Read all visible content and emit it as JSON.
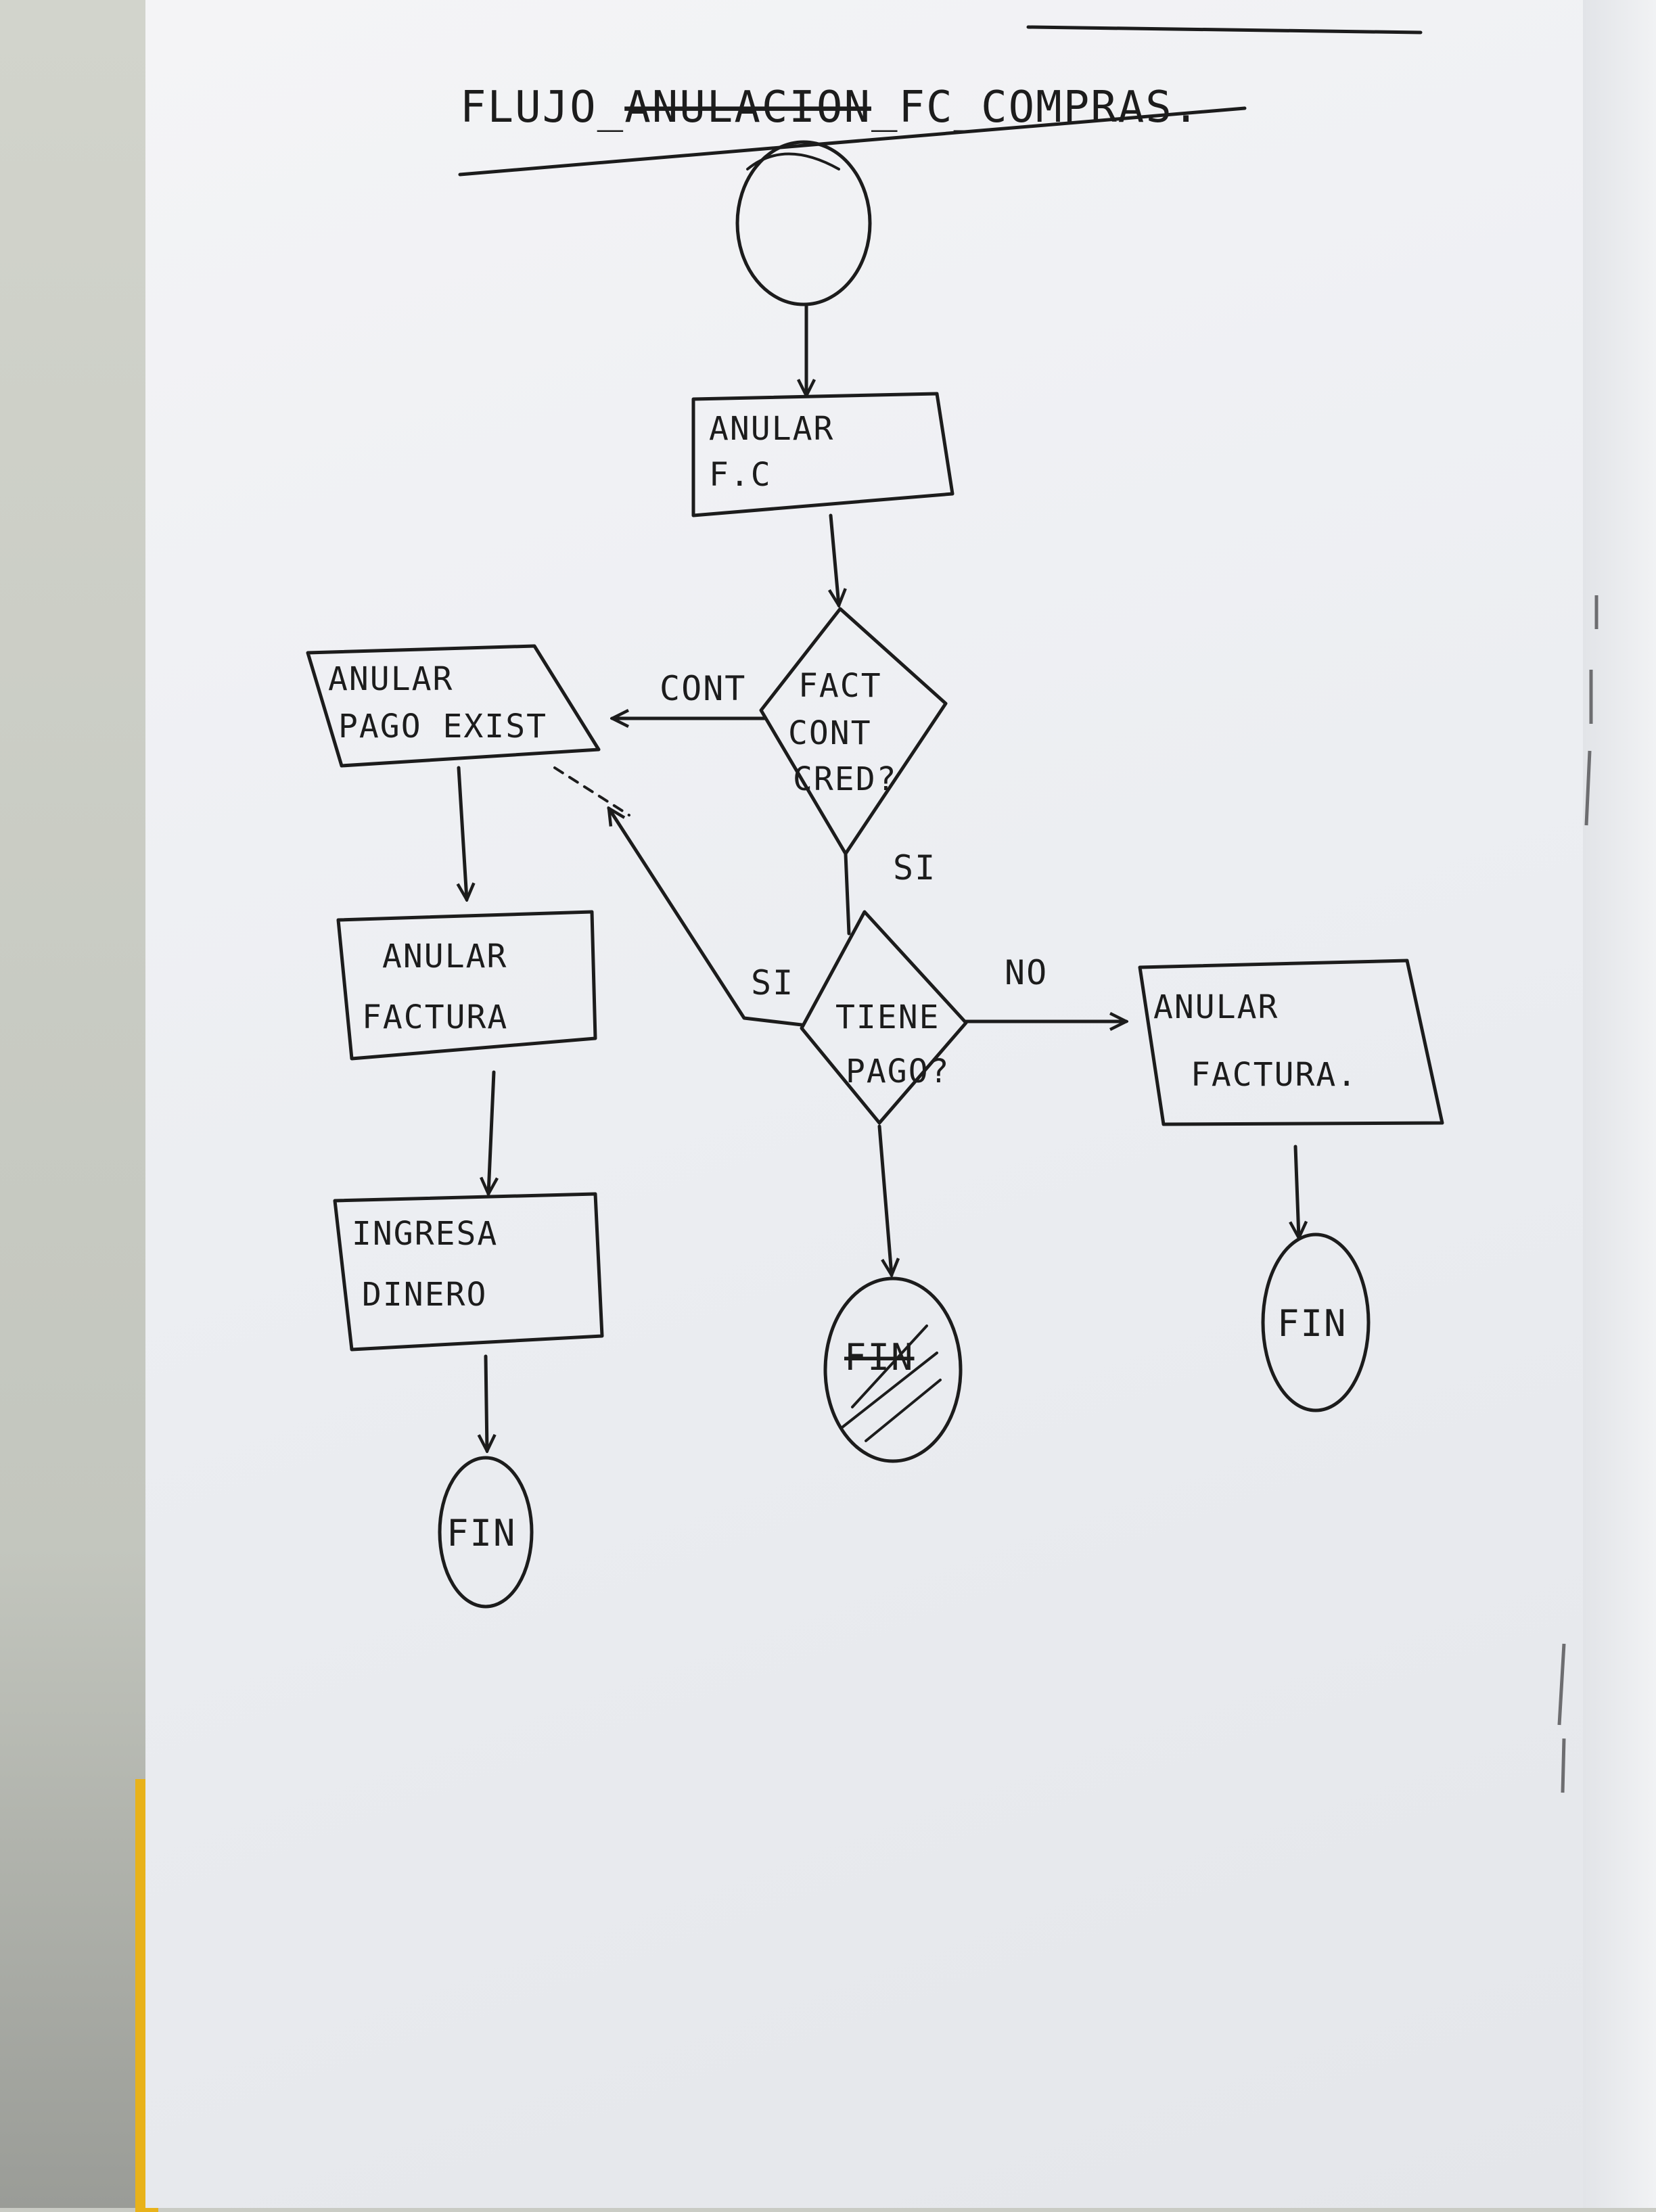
{
  "diagram": {
    "title": {
      "prefix": "FLUJO_",
      "struck_word": "ANULACION",
      "suffix": "_FC_COMPRAS."
    },
    "nodes": {
      "start": "",
      "anular_fc": [
        "ANULAR",
        "F.C"
      ],
      "fact_cont_cred": [
        "FACT",
        "CONT",
        "CRED?"
      ],
      "anular_pago_exist": [
        "ANULAR",
        "PAGO EXIST"
      ],
      "tiene_pago": [
        "TIENE",
        "PAGO?"
      ],
      "anular_factura_left": [
        "ANULAR",
        "FACTURA"
      ],
      "ingresa_dinero": [
        "INGRESA",
        "DINERO"
      ],
      "anular_factura_right": [
        "ANULAR",
        "FACTURA."
      ],
      "fin_left": "FIN",
      "fin_center": "FIN",
      "fin_right": "FIN"
    },
    "edges": {
      "cont": "CONT",
      "si_cred": "SI",
      "si_pago": "SI",
      "no_pago": "NO"
    }
  }
}
